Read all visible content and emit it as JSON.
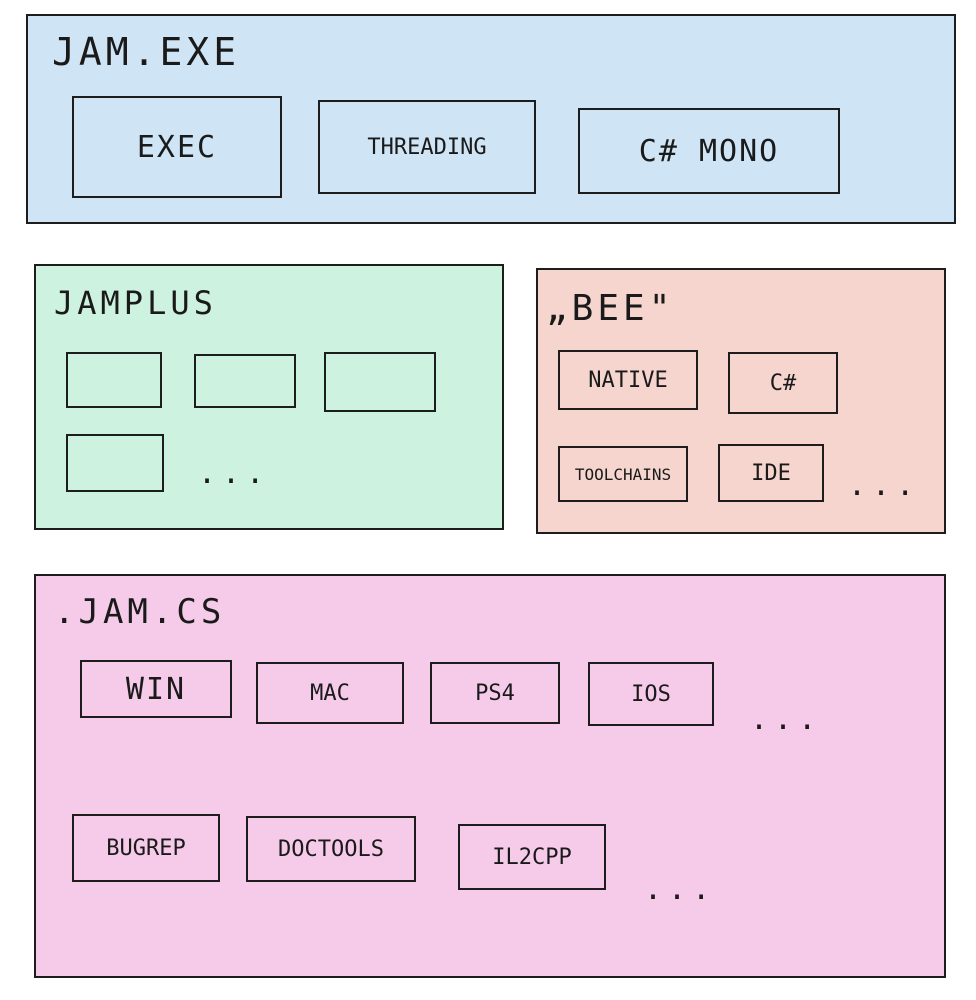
{
  "colors": {
    "jam_exe_bg": "#cfe5f6",
    "jamplus_bg": "#cdf3e0",
    "bee_bg": "#f5d5ce",
    "jam_cs_bg": "#f6cbe9",
    "stroke": "#1d1d1d"
  },
  "jam_exe": {
    "title": "JAM.EXE",
    "boxes": [
      "EXEC",
      "THREADING",
      "C# MONO"
    ]
  },
  "jamplus": {
    "title": "JAMPLUS",
    "ellipsis": "..."
  },
  "bee": {
    "title": "„BEE\"",
    "boxes": [
      "NATIVE",
      "C#",
      "TOOLCHAINS",
      "IDE"
    ],
    "ellipsis": "..."
  },
  "jam_cs": {
    "title": ".JAM.CS",
    "row1": [
      "WIN",
      "MAC",
      "PS4",
      "IOS"
    ],
    "row1_ellipsis": "...",
    "row2": [
      "BUGREP",
      "DOCTOOLS",
      "IL2CPP"
    ],
    "row2_ellipsis": "..."
  }
}
